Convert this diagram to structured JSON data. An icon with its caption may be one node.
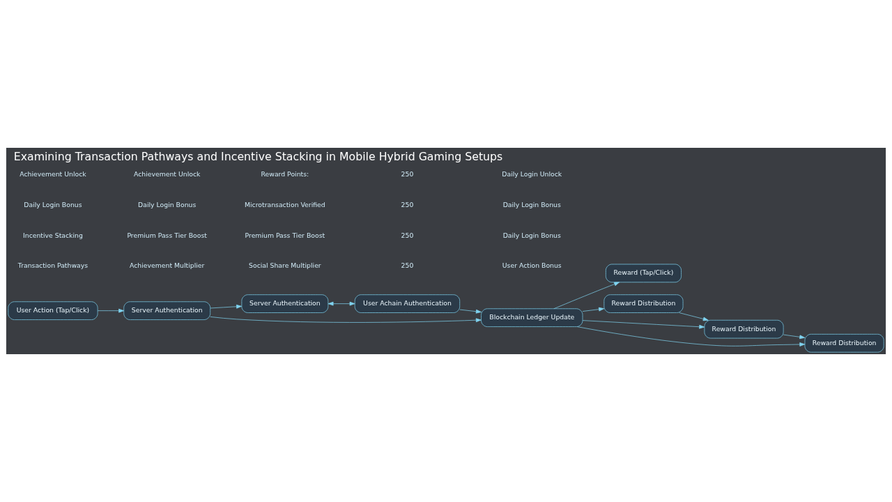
{
  "diagram": {
    "title": "Examining Transaction Pathways and Incentive Stacking in Mobile Hybrid Gaming Setups",
    "nodes": [
      {
        "text": [
          "User Action (Tap/Click)"
        ]
      },
      {
        "text": [
          "Server Authentication"
        ]
      },
      {
        "text": [
          "Server Authentication"
        ]
      },
      {
        "text": [
          "User Achain Authentication"
        ]
      },
      {
        "text": [
          "Blockchain Ledger Update"
        ]
      },
      {
        "text": [
          "Reward (Tap/Click)"
        ]
      },
      {
        "text": [
          "Reward Distribution"
        ]
      },
      {
        "text": [
          "Reward Distribution"
        ]
      },
      {
        "text": [
          "Reward Distribution"
        ]
      }
    ],
    "edges": [
      {
        "from": 0,
        "to": 1,
        "arrow": "to"
      },
      {
        "from": 1,
        "to": 2,
        "arrow": "to"
      },
      {
        "from": 2,
        "to": 3,
        "arrow": "both"
      },
      {
        "from": 1,
        "to": 4,
        "arrow": "to"
      },
      {
        "from": 3,
        "to": 4,
        "arrow": "to"
      },
      {
        "from": 4,
        "to": 5,
        "arrow": "to"
      },
      {
        "from": 4,
        "to": 6,
        "arrow": "to"
      },
      {
        "from": 4,
        "to": 7,
        "arrow": "to"
      },
      {
        "from": 4,
        "to": 8,
        "arrow": "to"
      },
      {
        "from": 6,
        "to": 7,
        "arrow": "to"
      },
      {
        "from": 7,
        "to": 8,
        "arrow": "to"
      }
    ],
    "labels": [
      "Transaction Pathways",
      "Incentive Stacking",
      "Daily Login Bonus",
      "Achievement Unlock",
      "Achievement Multiplier",
      "Premium Pass Tier Boost",
      "Daily Login Bonus",
      "Achievement Unlock",
      "Social Share Multiplier",
      "Premium Pass Tier Boost",
      "Microtransaction Verified",
      "Reward Points:",
      "250",
      "250",
      "250",
      "250",
      "User Action Bonus",
      "Daily Login Bonus",
      "Daily Login Bonus",
      "Daily Login Unlock"
    ]
  }
}
